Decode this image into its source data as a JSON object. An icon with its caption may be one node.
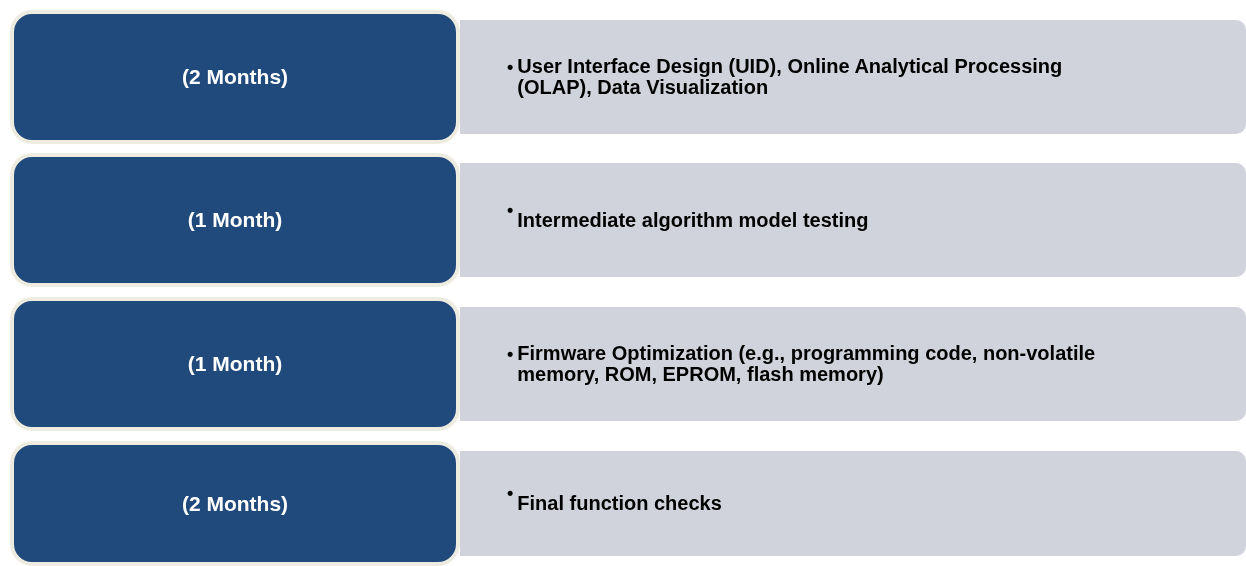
{
  "diagram": {
    "nodes": [
      {
        "text": [
          "(2 Months)"
        ]
      },
      {
        "text": [
          "•",
          "User Interface Design (UID), Online Analytical Processing (OLAP), Data Visualization"
        ]
      },
      {
        "text": [
          "(1 Month)"
        ]
      },
      {
        "text": [
          "•",
          "Intermediate algorithm model testing"
        ]
      },
      {
        "text": [
          "(1 Month)"
        ]
      },
      {
        "text": [
          "•",
          "Firmware Optimization (e.g., programming code, non-volatile memory, ROM, EPROM, flash memory)"
        ]
      },
      {
        "text": [
          "(2 Months)"
        ]
      },
      {
        "text": [
          "•",
          "Final function checks"
        ]
      }
    ]
  }
}
